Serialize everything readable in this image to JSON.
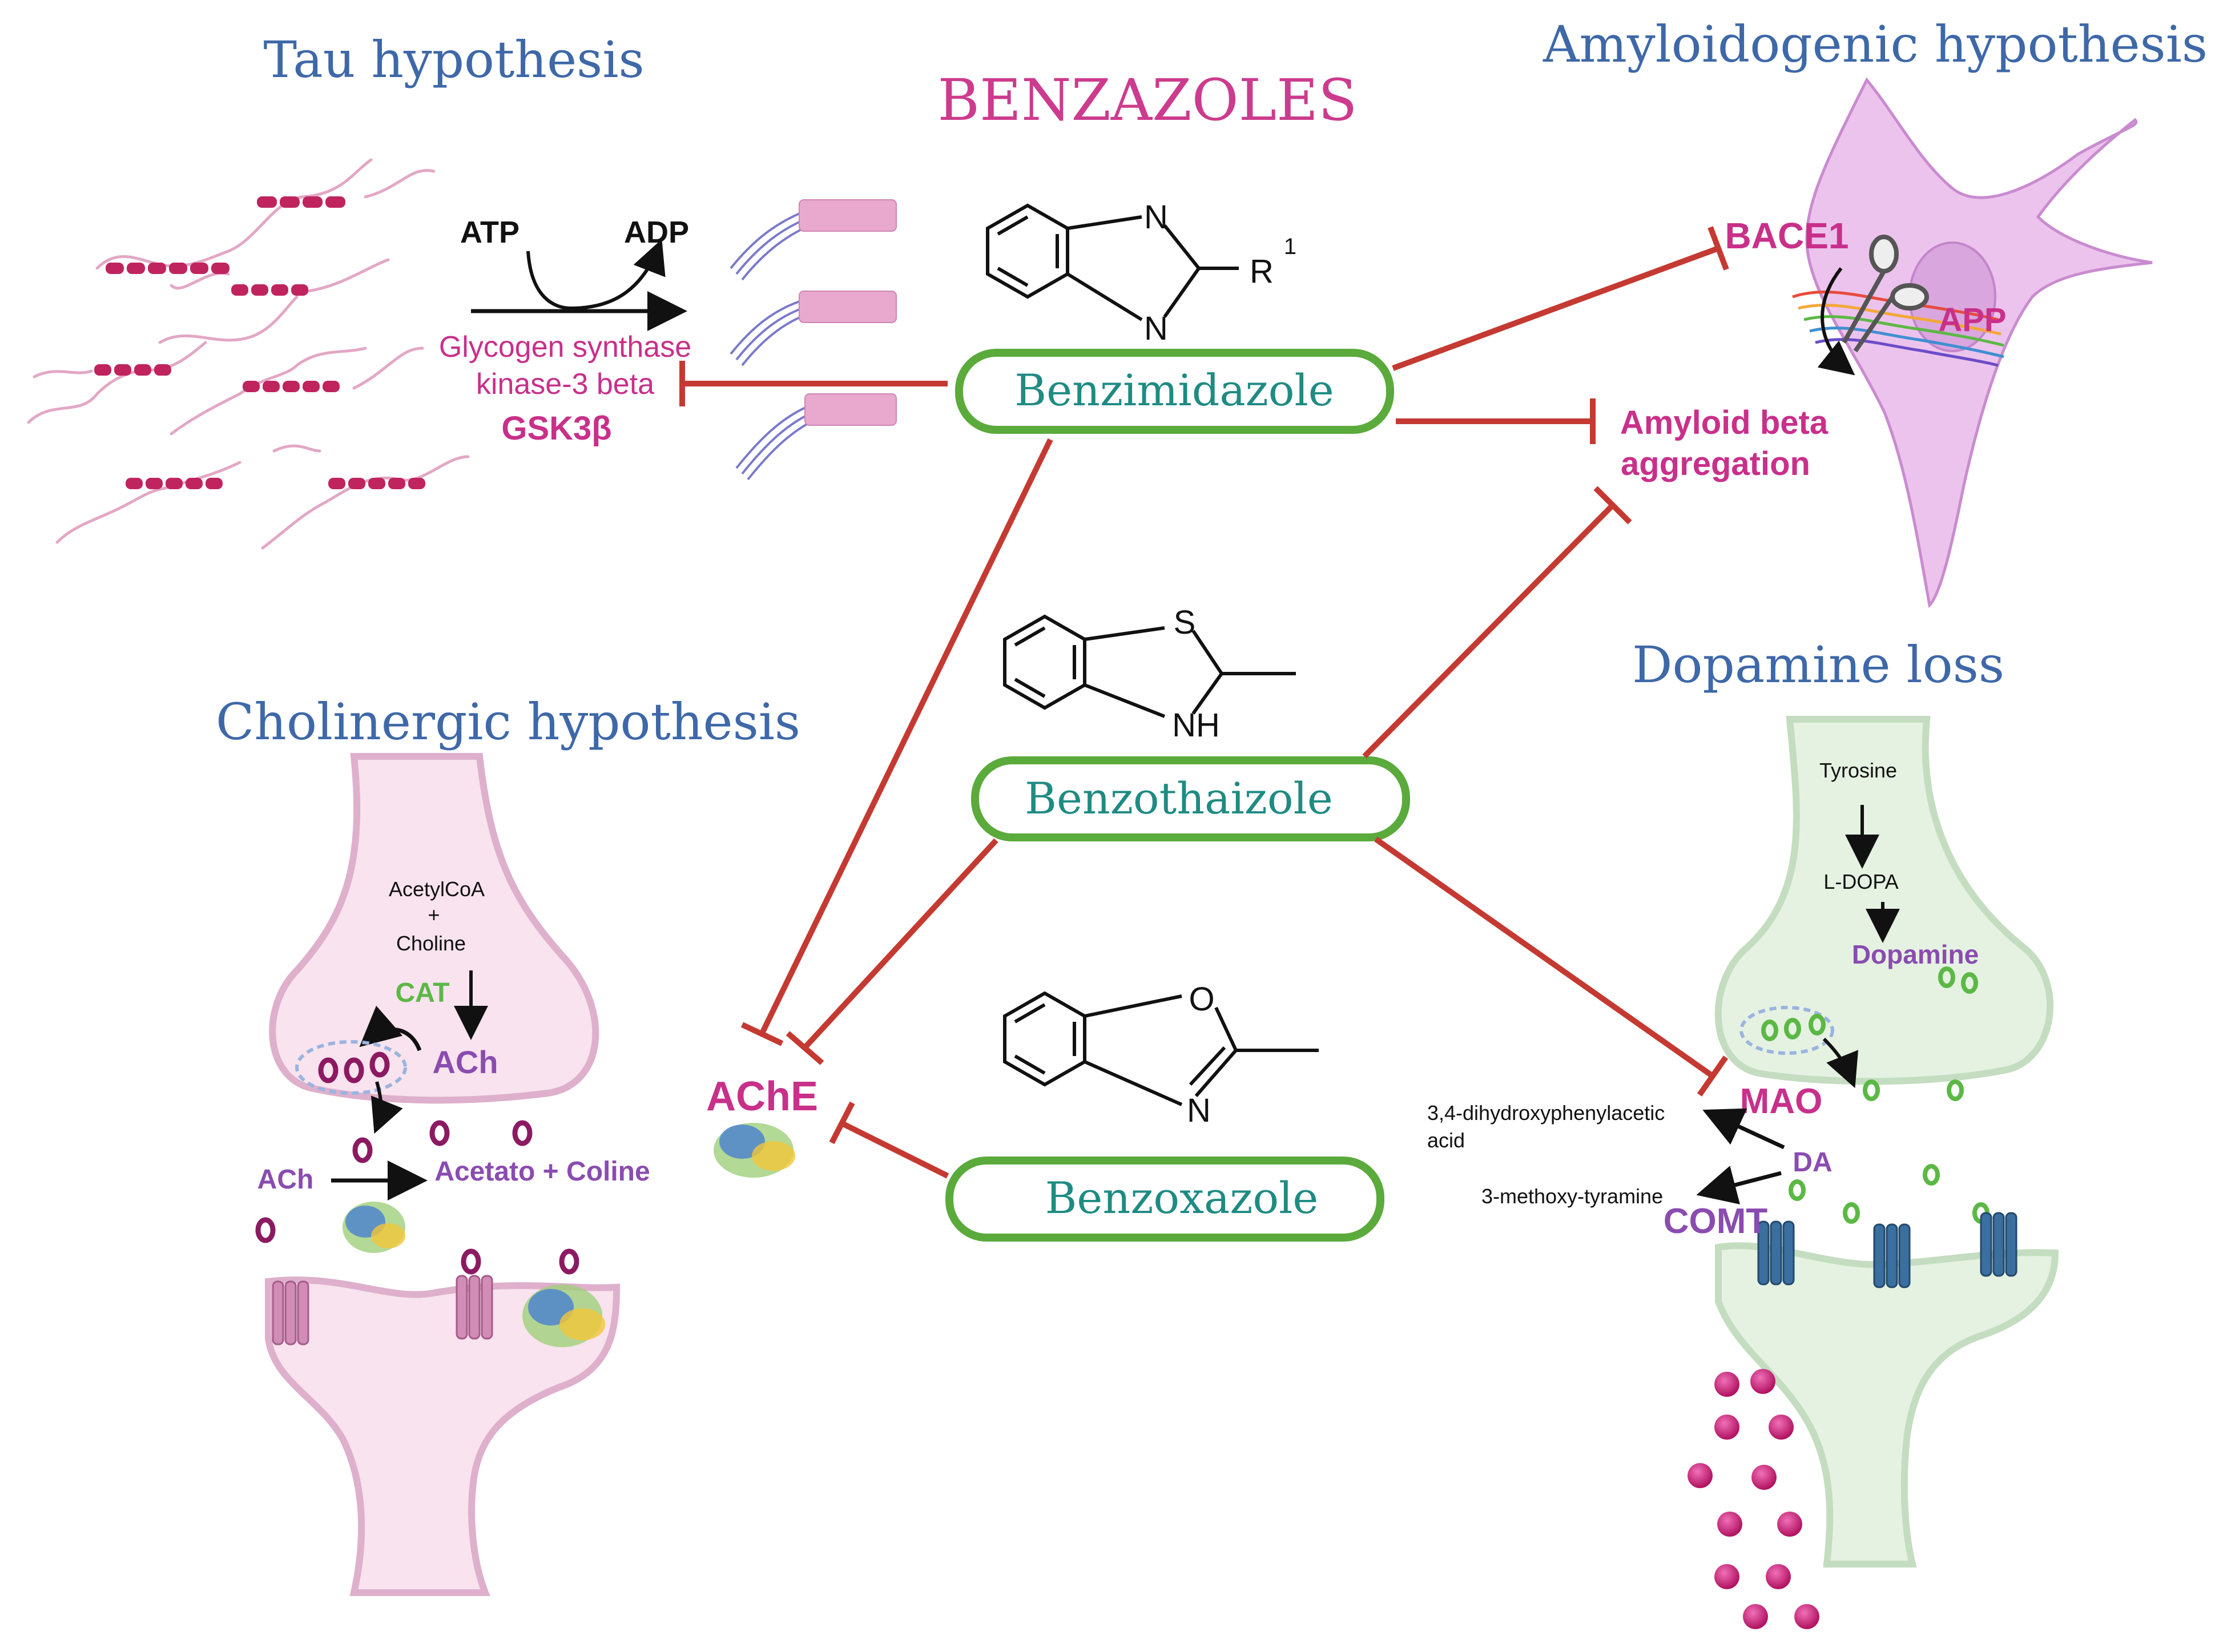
{
  "title": "BENZAZOLES",
  "sections": {
    "tau": "Tau hypothesis",
    "amyloid": "Amyloidogenic hypothesis",
    "cholinergic": "Cholinergic hypothesis",
    "dopamine": "Dopamine loss"
  },
  "compounds": {
    "benzimidazole": "Benzimidazole",
    "benzothiazole": "Benzothaizole",
    "benzoxazole": "Benzoxazole"
  },
  "structure_atoms": {
    "n_top": "N",
    "n_bottom": "N",
    "r": "R",
    "r_sup": "1",
    "s": "S",
    "nh": "NH",
    "o": "O",
    "n_ox": "N"
  },
  "tau": {
    "atp": "ATP",
    "adp": "ADP",
    "enzyme_line1": "Glycogen synthase",
    "enzyme_line2": "kinase-3 beta",
    "enzyme_abbr": "GSK3β"
  },
  "amyloid": {
    "bace1": "BACE1",
    "app": "APP",
    "aggregation_line1": "Amyloid beta",
    "aggregation_line2": "aggregation"
  },
  "cholinergic": {
    "substrate1": "AcetylCoA",
    "plus": "+",
    "substrate2": "Choline",
    "cat": "CAT",
    "ach_top": "ACh",
    "ach_cleft": "ACh",
    "products": "Acetato + Coline"
  },
  "ache": "AChE",
  "dopamine": {
    "tyrosine": "Tyrosine",
    "ldopa": "L-DOPA",
    "dopamine": "Dopamine",
    "mao": "MAO",
    "da": "DA",
    "comt": "COMT",
    "dopac_line1": "3,4-dihydroxyphenylacetic",
    "dopac_line2": "acid",
    "methoxytyramine": "3-methoxy-tyramine"
  },
  "colors": {
    "section_title": "#3e68a8",
    "title_magenta": "#cc3b8d",
    "magenta_label": "#c8308a",
    "purple_label": "#8a4cb0",
    "green_label": "#5cb845",
    "inhibit_red": "#c43a32",
    "pill_green": "#5aaa3c",
    "pill_text": "#1f8b83"
  }
}
